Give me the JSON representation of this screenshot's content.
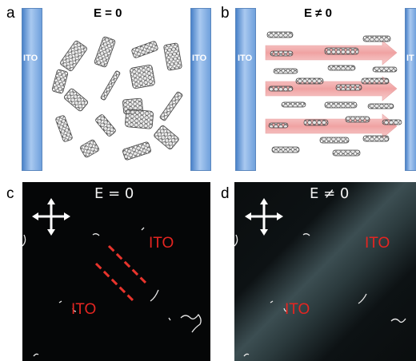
{
  "panels": {
    "a": {
      "letter": "a",
      "title": "E = 0",
      "electrode_label_left": "ITO",
      "electrode_label_right": "ITO"
    },
    "b": {
      "letter": "b",
      "title": "E ≠ 0",
      "electrode_label_left": "ITO",
      "electrode_label_right": "IT"
    },
    "c": {
      "letter": "c",
      "title": "E = 0",
      "ito_label_top": "ITO",
      "ito_label_bottom": "ITO"
    },
    "d": {
      "letter": "d",
      "title": "E ≠ 0",
      "ito_label_top": "ITO",
      "ito_label_bottom": "ITO"
    }
  },
  "colors": {
    "electrode": "#6fa0dc",
    "flake_fill": "#d9d9d9",
    "field_arrow": "#f4b8b8",
    "ito_text": "#e52521",
    "micro_background": "#050607"
  },
  "icons": {
    "crossed_polarizers": "four-way-arrow-icon"
  }
}
